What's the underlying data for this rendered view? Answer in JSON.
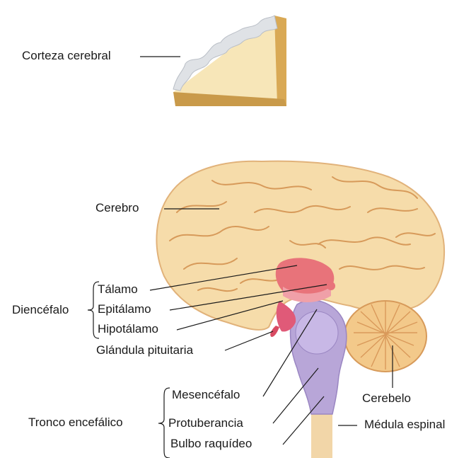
{
  "labels": {
    "corteza": "Corteza cerebral",
    "cerebro": "Cerebro",
    "diencefalo": "Diencéfalo",
    "talamo": "Tálamo",
    "epitalamo": "Epitálamo",
    "hipotalamo": "Hipotálamo",
    "pituitaria": "Glándula pituitaria",
    "tronco": "Tronco encefálico",
    "mesencefalo": "Mesencéfalo",
    "protuberancia": "Protuberancia",
    "bulbo": "Bulbo raquídeo",
    "cerebelo": "Cerebelo",
    "medula": "Médula espinal"
  },
  "colors": {
    "cerebrum": "#f6dcaa",
    "cerebrum_shadow": "#e8b878",
    "gyri": "#d79a5a",
    "thalamus": "#e8737a",
    "hypothalamus": "#e05a78",
    "brainstem": "#b8a6d8",
    "cerebellum": "#f3c98a",
    "spinal_cord": "#f2d6a8",
    "cortex_block": "#f7e6b8",
    "leader_line": "#1a1a1a"
  }
}
